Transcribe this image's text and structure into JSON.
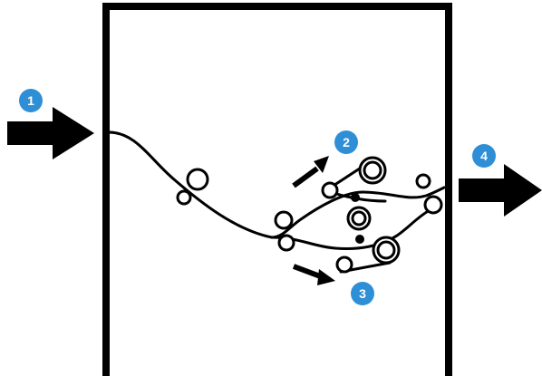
{
  "diagram": {
    "colors": {
      "stroke": "#000000",
      "badge_fill": "#2f8fd6",
      "badge_text": "#ffffff",
      "background": "#ffffff"
    },
    "callouts": [
      {
        "id": "1",
        "label": "1",
        "target": "paper-inlet-arrow"
      },
      {
        "id": "2",
        "label": "2",
        "target": "upper-path-arrow"
      },
      {
        "id": "3",
        "label": "3",
        "target": "lower-path-arrow"
      },
      {
        "id": "4",
        "label": "4",
        "target": "paper-outlet-arrow"
      }
    ]
  }
}
